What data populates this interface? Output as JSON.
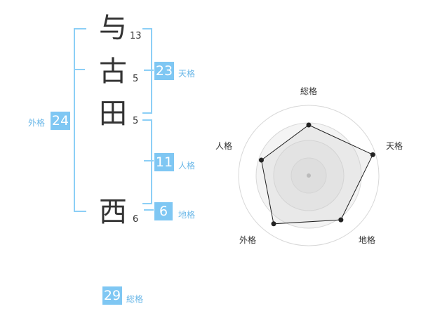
{
  "name_chars": [
    {
      "char": "与",
      "strokes": "13"
    },
    {
      "char": "古",
      "strokes": "5"
    },
    {
      "char": "田",
      "strokes": "5"
    },
    {
      "char": "西",
      "strokes": "6"
    }
  ],
  "fortune": {
    "tenkaku": {
      "value": "23",
      "label": "天格"
    },
    "jinkaku": {
      "value": "11",
      "label": "人格"
    },
    "chikaku": {
      "value": "6",
      "label": "地格"
    },
    "gaikaku": {
      "value": "24",
      "label": "外格"
    },
    "soukaku": {
      "value": "29",
      "label": "総格"
    }
  },
  "colors": {
    "accent": "#7fc7f3",
    "label": "#6cb8e8",
    "text": "#333333"
  },
  "chart_data": {
    "type": "radar",
    "axes": [
      "総格",
      "天格",
      "地格",
      "外格",
      "人格"
    ],
    "values": [
      0.72,
      0.96,
      0.78,
      0.85,
      0.71
    ],
    "range": [
      0,
      1
    ],
    "rings": 4
  }
}
